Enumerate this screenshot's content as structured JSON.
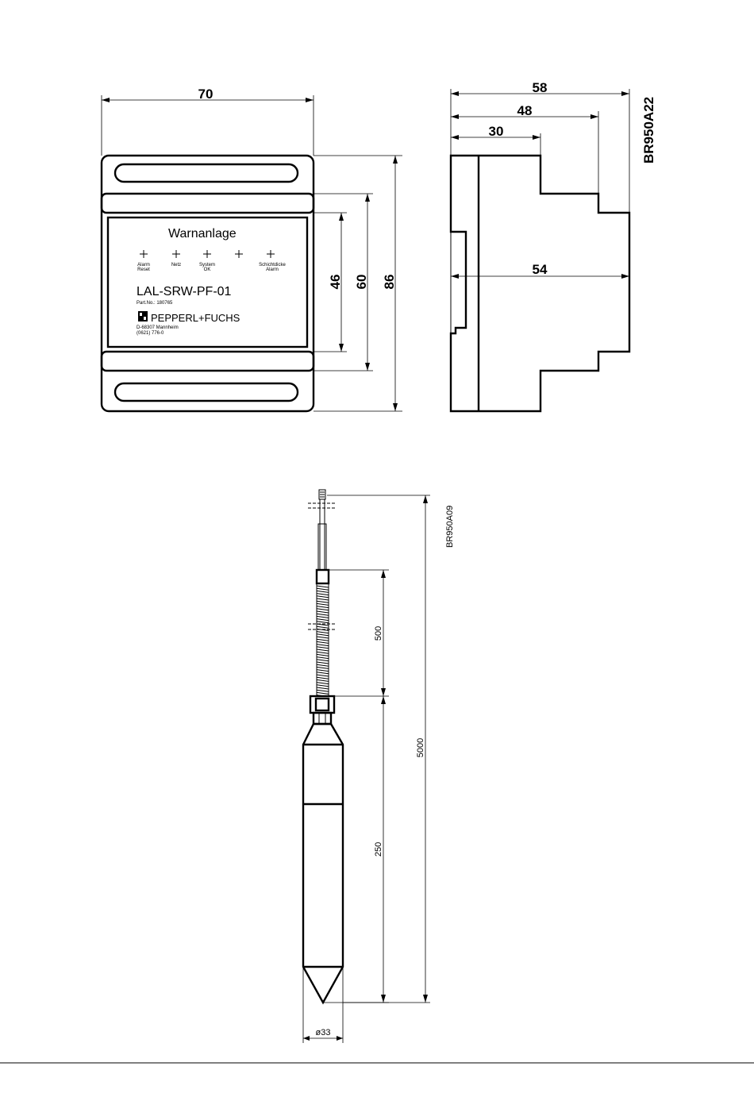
{
  "module": {
    "panel_title": "Warnanlage",
    "leds": [
      {
        "label": "Alarm\nReset"
      },
      {
        "label": "Netz"
      },
      {
        "label": "System\nOK"
      },
      {
        "label": ""
      },
      {
        "label": "Schichtdicke\nAlarm"
      }
    ],
    "model": "LAL-SRW-PF-01",
    "part_no": "Part.No.: 180765",
    "brand": "PEPPERL+FUCHS",
    "address": "D-68307 Mannheim",
    "phone": "(0621) 776-0"
  },
  "front_view": {
    "width_dim": "70",
    "inner_height_dim": "46",
    "mid_height_dim": "60",
    "total_height_dim": "86"
  },
  "side_view": {
    "dim_top": "58",
    "dim_mid": "48",
    "dim_low": "30",
    "dim_width": "54",
    "drawing_id": "BR950A22"
  },
  "probe": {
    "drawing_id": "BR950A09",
    "cable_length": "5000",
    "spring_length": "500",
    "body_length": "250",
    "diameter": "ø33"
  }
}
